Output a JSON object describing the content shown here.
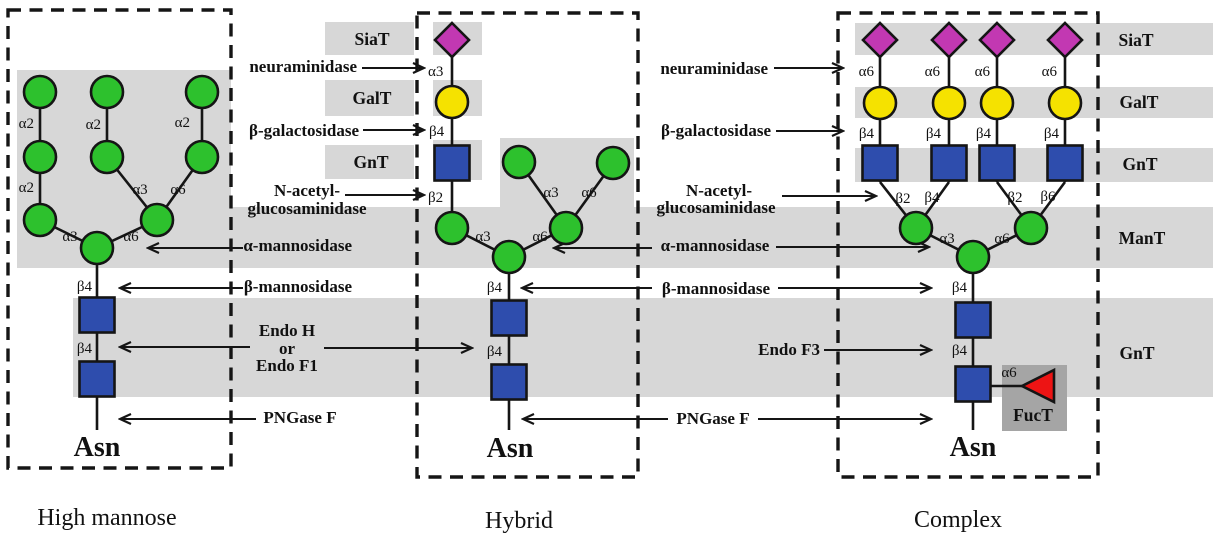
{
  "high_mannose": {
    "caption": "High mannose",
    "asn": "Asn",
    "linkages": [
      "α2",
      "α2",
      "α2",
      "α2",
      "α3",
      "α6",
      "α3",
      "α6",
      "β4",
      "β4"
    ]
  },
  "hybrid": {
    "caption": "Hybrid",
    "asn": "Asn",
    "linkages": [
      "α3",
      "β4",
      "β2",
      "α3",
      "α6",
      "α3",
      "α6",
      "β4",
      "β4"
    ]
  },
  "complex": {
    "caption": "Complex",
    "asn": "Asn",
    "linkages": [
      "α6",
      "α6",
      "α6",
      "α6",
      "β4",
      "β4",
      "β4",
      "β4",
      "β2",
      "β4",
      "β2",
      "β6",
      "α3",
      "α6",
      "β4",
      "β4",
      "α6"
    ]
  },
  "enzymes_left": {
    "neuraminidase": "neuraminidase",
    "beta_galactosidase": "β-galactosidase",
    "n_acetyl_line1": "N-acetyl-",
    "n_acetyl_line2": "glucosaminidase",
    "alpha_mannosidase": "α-mannosidase",
    "beta_mannosidase": "β-mannosidase",
    "endo_line1": "Endo H",
    "endo_line2": "or",
    "endo_line3": "Endo F1",
    "pngase_f": "PNGase F"
  },
  "enzymes_right": {
    "neuraminidase": "neuraminidase",
    "beta_galactosidase": "β-galactosidase",
    "n_acetyl_line1": "N-acetyl-",
    "n_acetyl_line2": "glucosaminidase",
    "alpha_mannosidase": "α-mannosidase",
    "beta_mannosidase": "β-mannosidase",
    "endo_f3": "Endo F3",
    "pngase_f": "PNGase F"
  },
  "transferases_middle": {
    "siat": "SiaT",
    "galt": "GalT",
    "gnt": "GnT"
  },
  "transferases_right": {
    "siat": "SiaT",
    "galt": "GalT",
    "gnt_upper": "GnT",
    "mant": "ManT",
    "gnt_lower": "GnT",
    "fuct": "FucT"
  },
  "colors": {
    "mannose_green": "#2dc12d",
    "glcnac_blue": "#2e4dad",
    "galactose_yellow": "#f5e200",
    "sialic_acid_magenta": "#c238b2",
    "fucose_red": "#ed1414",
    "band_gray": "#d7d7d7",
    "fuct_box_gray": "#a5a5a5"
  }
}
